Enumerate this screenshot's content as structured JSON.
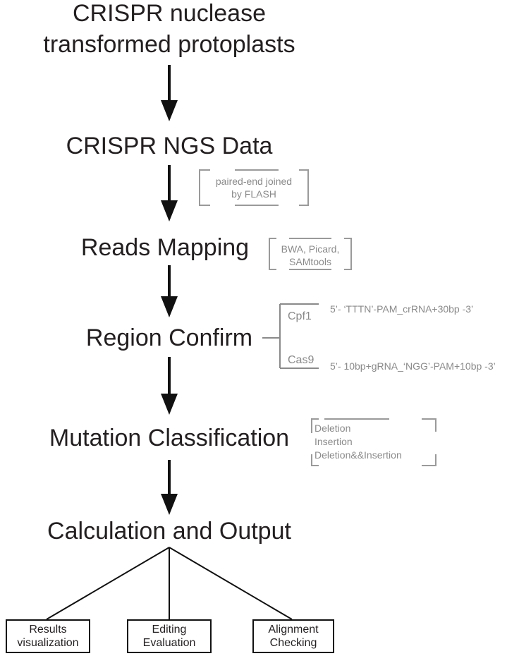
{
  "steps": {
    "s1_line1": "CRISPR nuclease",
    "s1_line2": "transformed protoplasts",
    "s2": "CRISPR NGS Data",
    "s3": "Reads Mapping",
    "s4": "Region Confirm",
    "s5": "Mutation Classification",
    "s6": "Calculation and Output"
  },
  "notes": {
    "flash_line1": "paired-end joined",
    "flash_line2": "by FLASH",
    "mapping_line1": "BWA, Picard,",
    "mapping_line2": "SAMtools",
    "cpf1_label": "Cpf1",
    "cpf1_region": "5’- ‘TTTN’-PAM_crRNA+30bp -3’",
    "cas9_label": "Cas9",
    "cas9_region": "5’- 10bp+gRNA_‘NGG’-PAM+10bp -3’",
    "mut_deletion": "Deletion",
    "mut_insertion": "Insertion",
    "mut_both": "Deletion&&Insertion"
  },
  "outputs": {
    "o1_line1": "Results",
    "o1_line2": "visualization",
    "o2_line1": "Editing",
    "o2_line2": "Evaluation",
    "o3_line1": "Alignment",
    "o3_line2": "Checking"
  },
  "colors": {
    "main": "#231f20",
    "note": "#8a8a8a",
    "bracket": "#9a9a9a"
  }
}
